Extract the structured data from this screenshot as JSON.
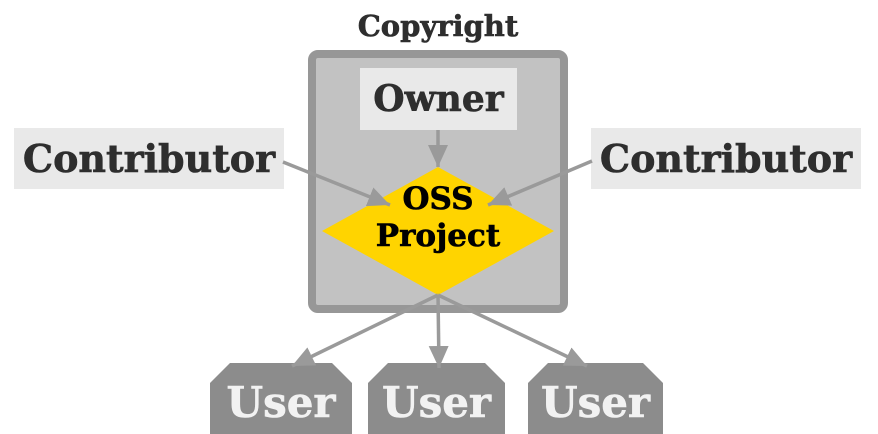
{
  "diagram": {
    "copyright_label": "Copyright",
    "owner_label": "Owner",
    "left_contributor_label": "Contributor",
    "right_contributor_label": "Contributor",
    "project_line1": "OSS",
    "project_line2": "Project",
    "users": [
      {
        "label": "User"
      },
      {
        "label": "User"
      },
      {
        "label": "User"
      }
    ],
    "colors": {
      "copyright_box_fill": "#c2c2c2",
      "copyright_box_border": "#979797",
      "label_background": "#e9e9e9",
      "diamond_fill": "#ffd400",
      "user_box_fill": "#8c8c8c",
      "arrow": "#9a9a9a",
      "dark_text": "#2e2e2e",
      "project_text": "#000000",
      "user_text": "#f2f2f2"
    }
  }
}
